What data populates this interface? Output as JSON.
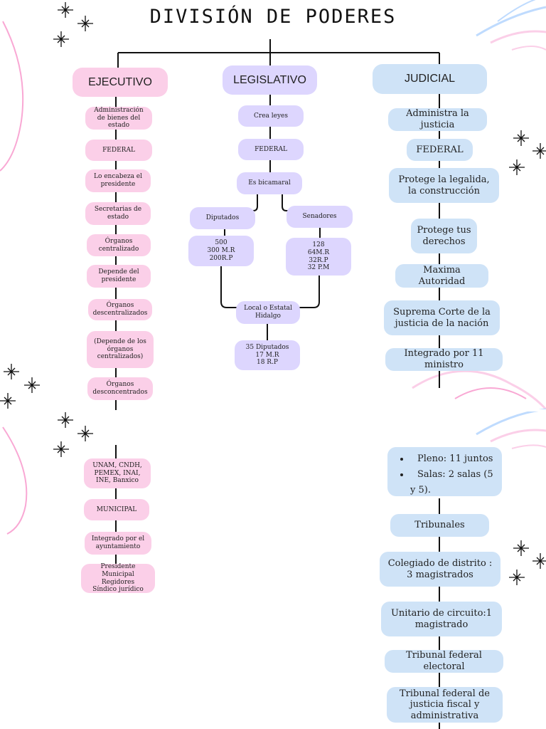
{
  "title": "DIVISIÓN DE PODERES",
  "colors": {
    "ejecutivo": "#fbcfe8",
    "legislativo": "#ddd6fe",
    "judicial": "#cfe3f7"
  },
  "ejecutivo": {
    "head": "EJECUTIVO",
    "items": [
      "Administración de bienes del estado",
      "FEDERAL",
      "Lo encabeza el presidente",
      "Secretarias de estado",
      "Órganos centralizado",
      "Depende del presidente",
      "Órganos descentralizados",
      "(Depende de los órganos centralizados)",
      "Órganos desconcentrados"
    ],
    "items2": [
      "UNAM, CNDH, PEMEX, INAI, INE, Banxico",
      "MUNICIPAL",
      "Integrado por el ayuntamiento",
      "Presidente Municipal\nRegidores\nSíndico jurídico"
    ]
  },
  "legislativo": {
    "head": "LEGISLATIVO",
    "crea": "Crea leyes",
    "federal": "FEDERAL",
    "bicameral": "Es bicamaral",
    "diputados": "Diputados",
    "senadores": "Senadores",
    "diputados_num": "500\n300 M.R\n200R.P",
    "senadores_num": "128\n64M.R\n32R.P\n32 P.M",
    "local": "Local o Estatal\nHidalgo",
    "local_num": "35 Diputados\n17 M.R\n18 R.P"
  },
  "judicial": {
    "head": "JUDICIAL",
    "items": [
      "Administra la justicia",
      "FEDERAL",
      "Protege la legalida, la construcción",
      "Protege tus derechos",
      "Maxima Autoridad",
      "Suprema Corte de la justicia de la nación",
      "Integrado por 11 ministro"
    ],
    "list": [
      "Pleno: 11 juntos",
      "Salas: 2 salas (5 y 5)."
    ],
    "items2": [
      "Tribunales",
      "Colegiado de distrito :\n3 magistrados",
      "Unitario de circuito:1\nmagistrado",
      "Tribunal federal electoral",
      "Tribunal federal de justicia fiscal y administrativa"
    ]
  }
}
